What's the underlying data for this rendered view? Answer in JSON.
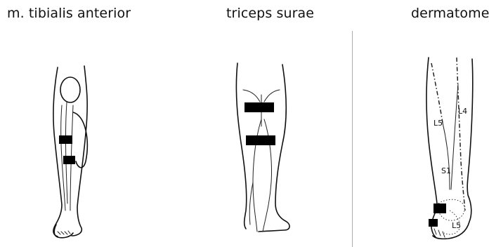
{
  "titles": {
    "tibialis": "m. tibialis anterior",
    "triceps": "triceps surae",
    "dermatome": "dermatome"
  },
  "dermatome_labels": {
    "l4": "L4",
    "l5": "L5",
    "s1": "S1",
    "l5_foot": "L5"
  },
  "colors": {
    "divider": "#d79a9a",
    "electrode": "#000000"
  }
}
